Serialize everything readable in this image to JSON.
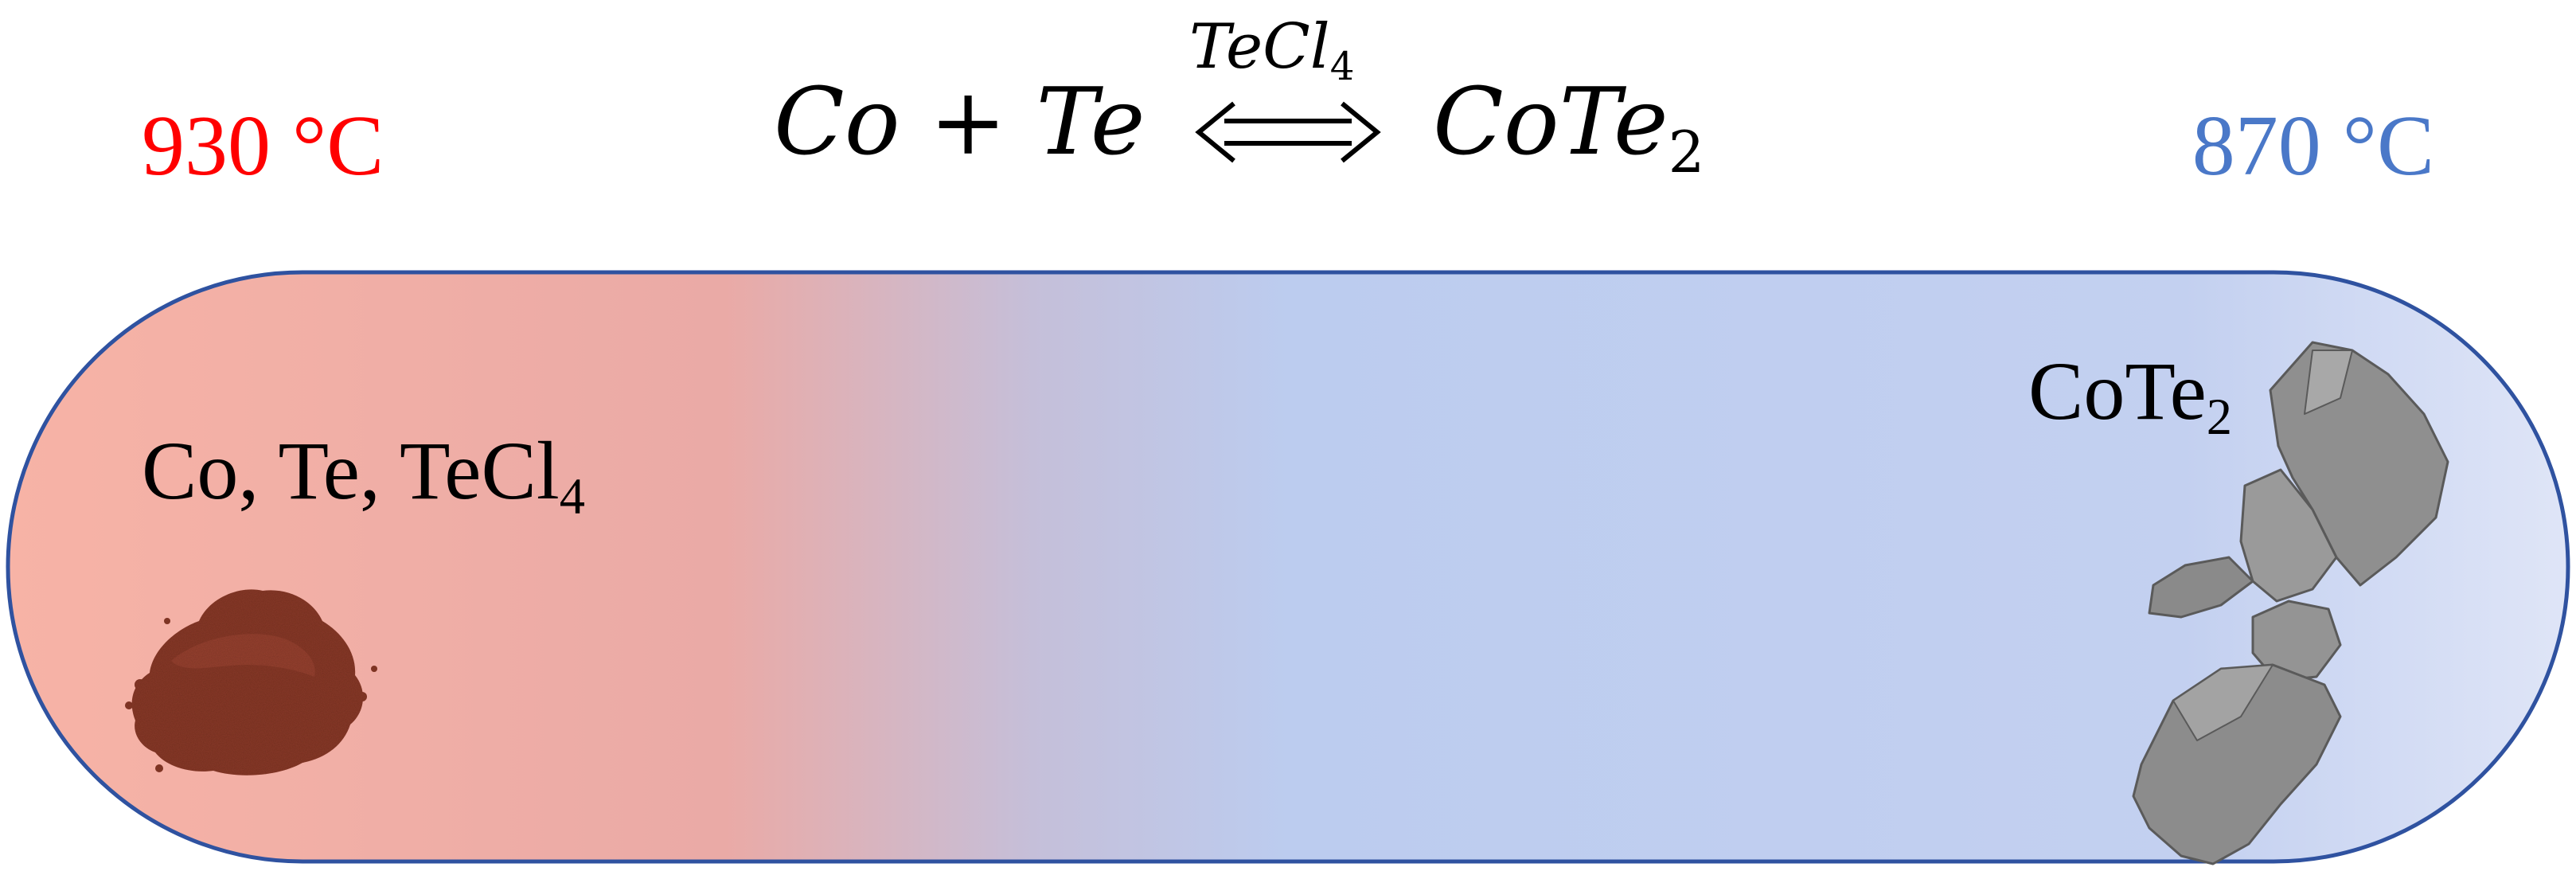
{
  "temperatures": {
    "hot": "930 °C",
    "cold": "870 °C"
  },
  "reaction": {
    "reactants": "Co + Te",
    "catalyst_main": "TeCl",
    "catalyst_subscript": "4",
    "product_main": "CoTe",
    "product_subscript": "2"
  },
  "tube": {
    "source_label_main": "Co, Te, TeCl",
    "source_label_subscript": "4",
    "crystal_label_main": "CoTe",
    "crystal_label_subscript": "2"
  },
  "colors": {
    "hot_text": "#ff0000",
    "cold_text": "#4a78c8",
    "tube_outline": "#2f52a0",
    "gradient_hot": "#f7b3a6",
    "gradient_mid": "#c5bfd9",
    "gradient_cold": "#bcccef",
    "gradient_end": "#dfe5f7",
    "powder": "#8a3b2c",
    "crystal": "#8c8c8c"
  },
  "icons": {
    "source": "reddish-brown-powder-pile",
    "product": "grey-crystal-flakes",
    "arrow": "double-headed-equilibrium-arrow"
  }
}
